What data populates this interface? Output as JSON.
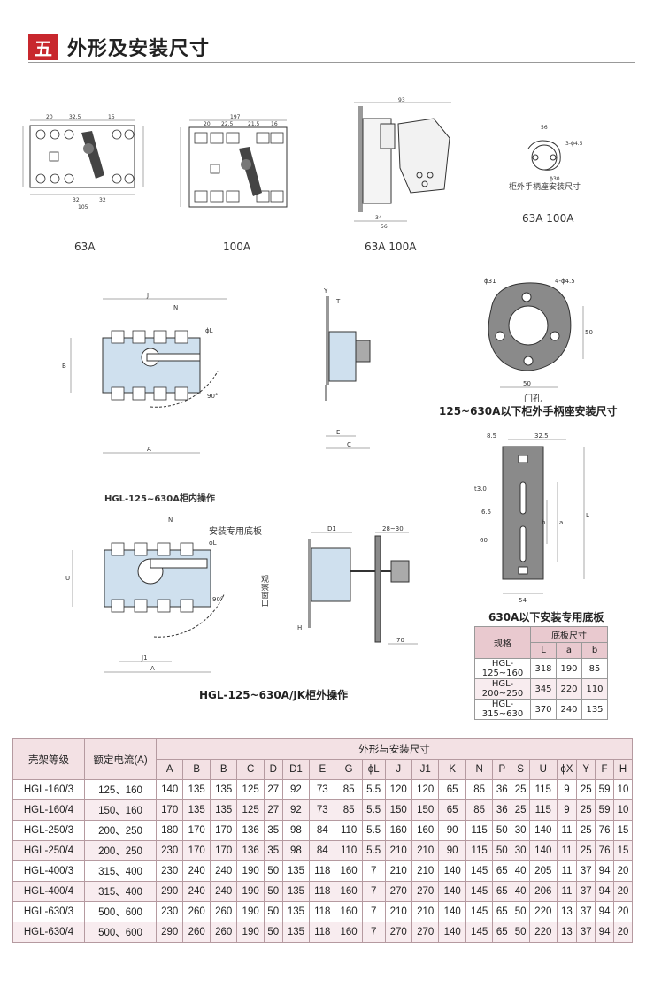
{
  "header": {
    "badge": "五",
    "title": "外形及安装尺寸"
  },
  "figures": {
    "fig63a": "63A",
    "fig100a": "100A",
    "figSide": "63A 100A",
    "figHandle": "63A 100A",
    "handleNote": "柜外手柄座安装尺寸",
    "innerOp": "HGL-125~630A柜内操作",
    "outerOp": "HGL-125~630A/JK柜外操作",
    "doorHoleTitle": "125~630A以下柜外手柄座安装尺寸",
    "doorHole": "门孔",
    "plateTitle": "630A以下安装专用底板",
    "plateLabel": "安装专用底板",
    "window": "观察窗口"
  },
  "plate_table": {
    "h_spec": "规格",
    "h_size": "底板尺寸",
    "cols": [
      "L",
      "a",
      "b"
    ],
    "rows": [
      [
        "HGL-125~160",
        "318",
        "190",
        "85"
      ],
      [
        "HGL-200~250",
        "345",
        "220",
        "110"
      ],
      [
        "HGL-315~630",
        "370",
        "240",
        "135"
      ]
    ]
  },
  "main_table": {
    "h_model": "壳架等级",
    "h_current": "额定电流(A)",
    "h_dims": "外形与安装尺寸",
    "cols": [
      "A",
      "B",
      "B",
      "C",
      "D",
      "D1",
      "E",
      "G",
      "ϕL",
      "J",
      "J1",
      "K",
      "N",
      "P",
      "S",
      "U",
      "ϕX",
      "Y",
      "F",
      "H"
    ],
    "rows": [
      [
        "HGL-160/3",
        "125、160",
        "140",
        "135",
        "135",
        "125",
        "27",
        "92",
        "73",
        "85",
        "5.5",
        "120",
        "120",
        "65",
        "85",
        "36",
        "25",
        "115",
        "9",
        "25",
        "59",
        "10"
      ],
      [
        "HGL-160/4",
        "150、160",
        "170",
        "135",
        "135",
        "125",
        "27",
        "92",
        "73",
        "85",
        "5.5",
        "150",
        "150",
        "65",
        "85",
        "36",
        "25",
        "115",
        "9",
        "25",
        "59",
        "10"
      ],
      [
        "HGL-250/3",
        "200、250",
        "180",
        "170",
        "170",
        "136",
        "35",
        "98",
        "84",
        "110",
        "5.5",
        "160",
        "160",
        "90",
        "115",
        "50",
        "30",
        "140",
        "11",
        "25",
        "76",
        "15"
      ],
      [
        "HGL-250/4",
        "200、250",
        "230",
        "170",
        "170",
        "136",
        "35",
        "98",
        "84",
        "110",
        "5.5",
        "210",
        "210",
        "90",
        "115",
        "50",
        "30",
        "140",
        "11",
        "25",
        "76",
        "15"
      ],
      [
        "HGL-400/3",
        "315、400",
        "230",
        "240",
        "240",
        "190",
        "50",
        "135",
        "118",
        "160",
        "7",
        "210",
        "210",
        "140",
        "145",
        "65",
        "40",
        "205",
        "11",
        "37",
        "94",
        "20"
      ],
      [
        "HGL-400/4",
        "315、400",
        "290",
        "240",
        "240",
        "190",
        "50",
        "135",
        "118",
        "160",
        "7",
        "270",
        "270",
        "140",
        "145",
        "65",
        "40",
        "206",
        "11",
        "37",
        "94",
        "20"
      ],
      [
        "HGL-630/3",
        "500、600",
        "230",
        "260",
        "260",
        "190",
        "50",
        "135",
        "118",
        "160",
        "7",
        "210",
        "210",
        "140",
        "145",
        "65",
        "50",
        "220",
        "13",
        "37",
        "94",
        "20"
      ],
      [
        "HGL-630/4",
        "500、600",
        "290",
        "260",
        "260",
        "190",
        "50",
        "135",
        "118",
        "160",
        "7",
        "270",
        "270",
        "140",
        "145",
        "65",
        "50",
        "220",
        "13",
        "37",
        "94",
        "20"
      ]
    ]
  }
}
